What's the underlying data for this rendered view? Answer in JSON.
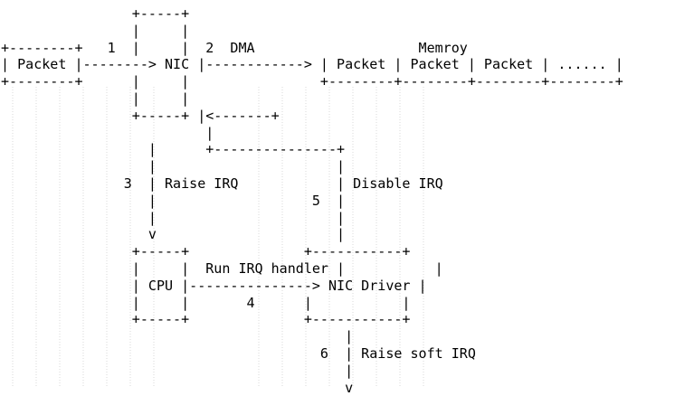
{
  "diagram": {
    "lines": [
      "                +-----+",
      "                |     |",
      "+--------+   1  |     |  2  DMA                    Memroy",
      "| Packet |--------> NIC |------------> | Packet | Packet | Packet | ...... |",
      "+--------+      |     |                +--------+--------+--------+--------+",
      "                |     |",
      "                +-----+ |<-------+",
      "                         |",
      "                  |      +---------------+",
      "                  |                      |",
      "               3  | Raise IRQ            | Disable IRQ",
      "                  |                   5  |",
      "                  |                      |",
      "                  v                      |",
      "                +-----+              +-----------+",
      "                |     |  Run IRQ handler |           |",
      "                | CPU |---------------> NIC Driver |",
      "                |     |       4      |           |",
      "                +-----+              +-----------+",
      "                                          |",
      "                                       6  | Raise soft IRQ",
      "                                          |",
      "                                          v"
    ]
  }
}
